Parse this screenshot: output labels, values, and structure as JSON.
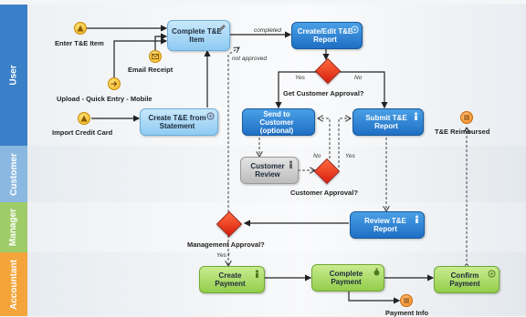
{
  "lanes": [
    {
      "label": "User",
      "color": "#3a7fc8"
    },
    {
      "label": "Customer",
      "color": "#8bb8e0"
    },
    {
      "label": "Manager",
      "color": "#9fcc68"
    },
    {
      "label": "Accountant",
      "color": "#f3a43a"
    }
  ],
  "events": {
    "enter_te_item": "Enter T&E Item",
    "email_receipt": "Email Receipt",
    "upload_quick_entry": "Upload - Quick Entry - Mobile",
    "import_credit_card": "Import Credit Card",
    "te_reimbursed": "T&E Reimbursed",
    "payment_info": "Payment Info"
  },
  "tasks": {
    "complete_te_item": "Complete T&E Item",
    "create_edit_te_report": "Create/Edit T&E Report",
    "create_te_from_statement": "Create T&E from Statement",
    "send_to_customer": "Send to Customer (optional)",
    "submit_te_report": "Submit T&E Report",
    "customer_review": "Customer Review",
    "review_te_report": "Review T&E Report",
    "create_payment": "Create Payment",
    "complete_payment": "Complete Payment",
    "confirm_payment": "Confirm Payment"
  },
  "gateways": {
    "get_customer_approval": "Get Customer Approval?",
    "customer_approval": "Customer Approval?",
    "management_approval": "Management Approval?"
  },
  "flow_labels": {
    "completed": "completed",
    "not_approved": "not approved",
    "yes_1": "Yes",
    "no_1": "No",
    "no_2": "No",
    "yes_2": "Yes",
    "yes_3": "Yes !"
  },
  "colors": {
    "task_light_blue": "#a9d8f6",
    "task_dark_blue": "#2a80d4",
    "task_green": "#a6da66",
    "task_grey": "#cfcfcf",
    "gateway_red": "#e8341e",
    "event_yellow": "#f6c63a",
    "event_orange": "#f39a34"
  }
}
